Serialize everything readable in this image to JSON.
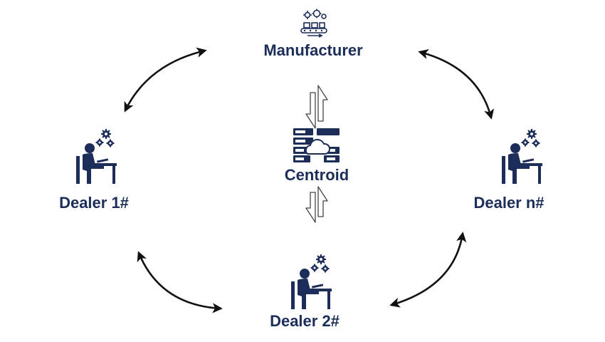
{
  "colors": {
    "primary": "#1c2d5a",
    "arrow": "#111111",
    "background": "#ffffff"
  },
  "nodes": {
    "manufacturer": {
      "label": "Manufacturer",
      "icon": "factory-conveyor-icon"
    },
    "centroid": {
      "label": "Centroid",
      "icon": "cloud-server-icon"
    },
    "dealer_1": {
      "label": "Dealer 1#",
      "icon": "person-at-desk-gears-icon"
    },
    "dealer_2": {
      "label": "Dealer 2#",
      "icon": "person-at-desk-gears-icon"
    },
    "dealer_n": {
      "label": "Dealer n#",
      "icon": "person-at-desk-gears-icon"
    }
  },
  "links": [
    {
      "from": "manufacturer",
      "to": "dealer_1",
      "style": "curved-bidirectional"
    },
    {
      "from": "manufacturer",
      "to": "dealer_n",
      "style": "curved-bidirectional"
    },
    {
      "from": "dealer_1",
      "to": "dealer_2",
      "style": "curved-bidirectional"
    },
    {
      "from": "dealer_2",
      "to": "dealer_n",
      "style": "curved-bidirectional"
    },
    {
      "from": "manufacturer",
      "to": "centroid",
      "style": "hollow-bidirectional"
    },
    {
      "from": "centroid",
      "to": "dealer_2",
      "style": "hollow-bidirectional"
    }
  ]
}
